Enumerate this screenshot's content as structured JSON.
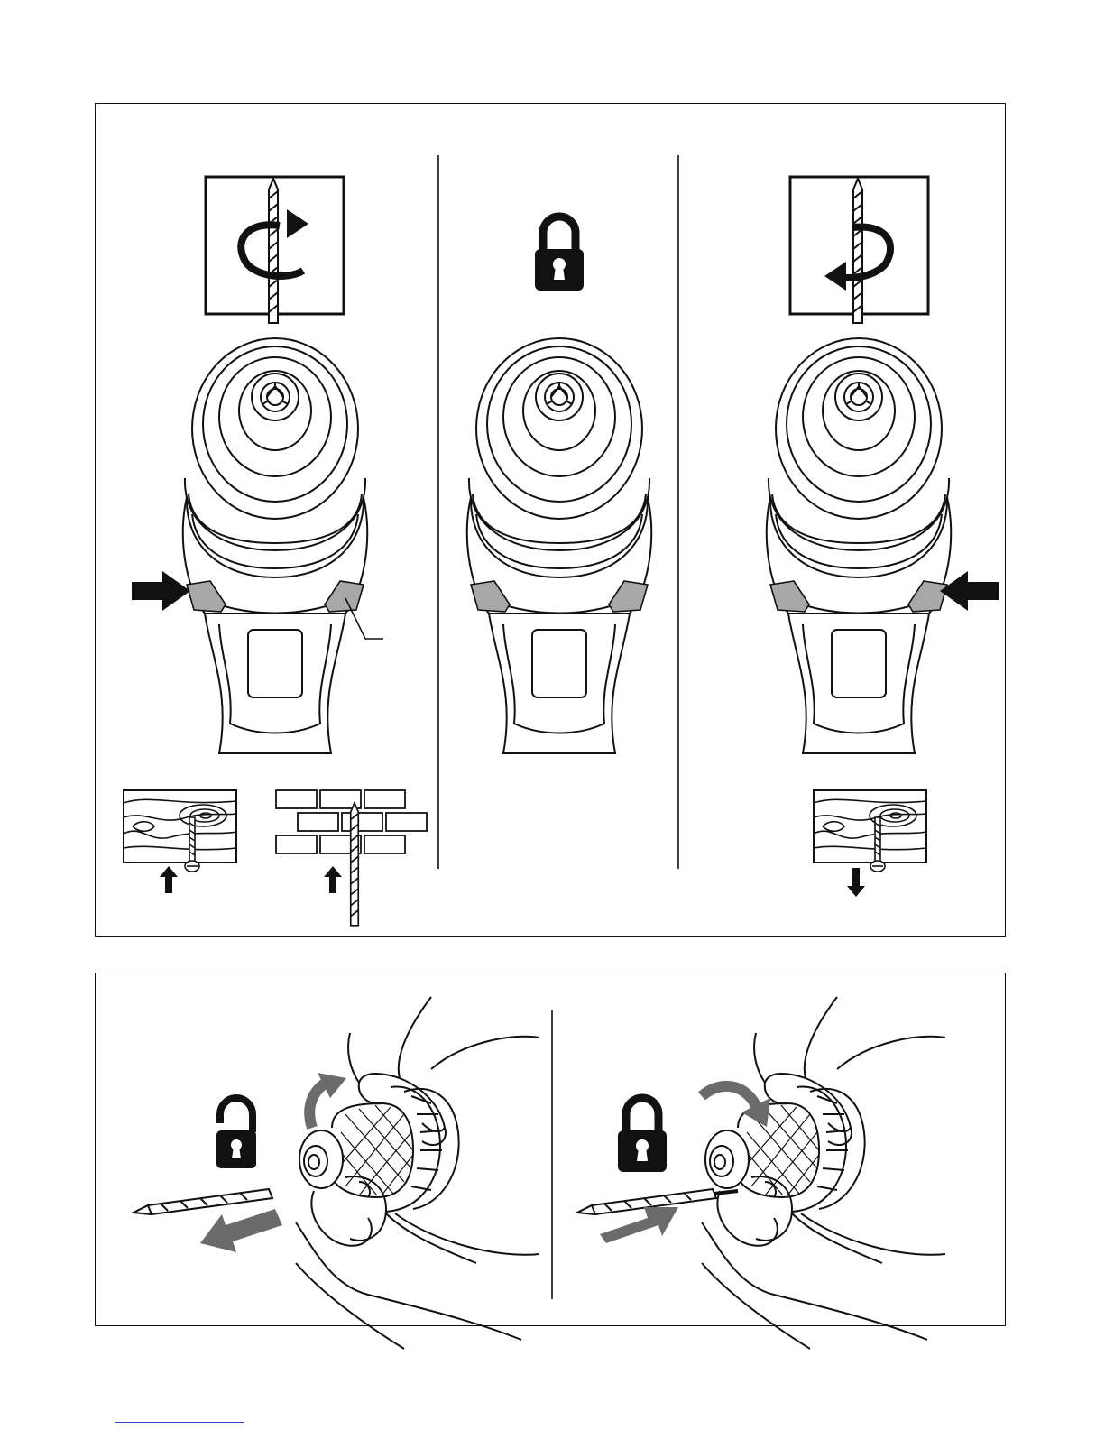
{
  "colors": {
    "ink": "#111111",
    "paper": "#ffffff",
    "lever_gray": "#a8a8a8",
    "arrow_gray": "#6b6b6b",
    "footer_link": "#3344cc"
  },
  "top_panel": {
    "columns": [
      {
        "id": "forward",
        "symbol": "clockwise-rotation-icon",
        "push_arrow": "from-left",
        "applications": [
          "wood-screw-drive-in-icon",
          "masonry-drill-icon"
        ]
      },
      {
        "id": "lock",
        "symbol": "padlock-locked-icon",
        "push_arrow": "none",
        "applications": []
      },
      {
        "id": "reverse",
        "symbol": "counterclockwise-rotation-icon",
        "push_arrow": "from-right",
        "applications": [
          "wood-screw-remove-icon"
        ]
      }
    ]
  },
  "bottom_panel": {
    "steps": [
      {
        "id": "release-bit",
        "lock_state": "padlock-unlocked-icon",
        "bit_motion": "out",
        "chuck_rotation": "counterclockwise"
      },
      {
        "id": "insert-bit",
        "lock_state": "padlock-locked-icon",
        "bit_motion": "in",
        "chuck_rotation": "clockwise"
      }
    ]
  }
}
